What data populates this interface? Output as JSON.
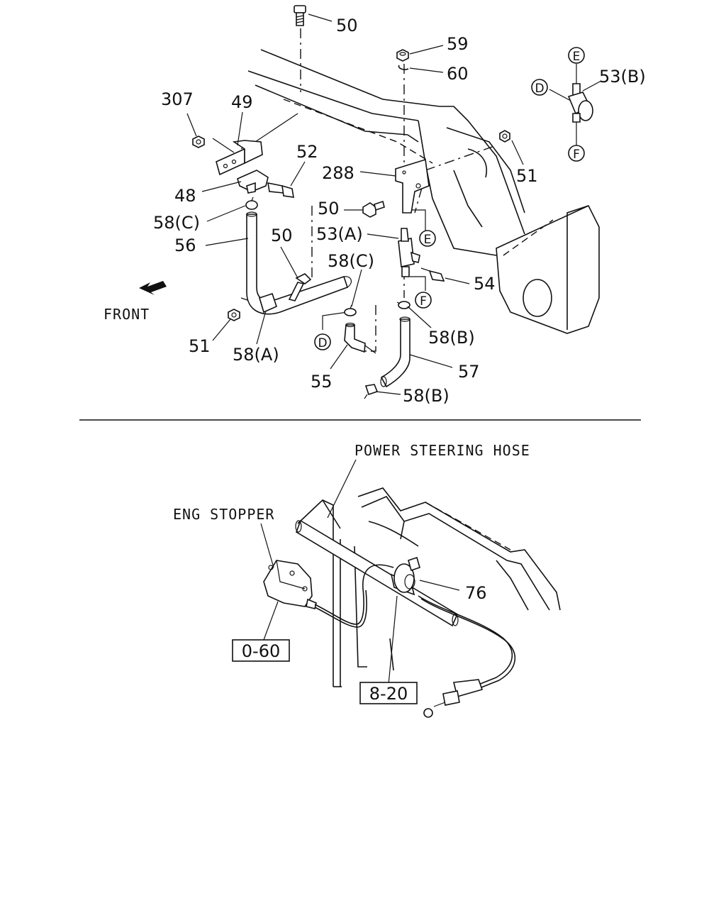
{
  "callouts": {
    "c50a": "50",
    "c59": "59",
    "c60": "60",
    "c53b": "53(B)",
    "c307": "307",
    "c49": "49",
    "c52": "52",
    "c288": "288",
    "c51a": "51",
    "c48": "48",
    "c50b": "50",
    "c58c1": "58(C)",
    "c53a": "53(A)",
    "c50c": "50",
    "c56": "56",
    "c58c2": "58(C)",
    "c54": "54",
    "c58b1": "58(B)",
    "c51b": "51",
    "c58a": "58(A)",
    "c57": "57",
    "c55": "55",
    "c58b2": "58(B)",
    "c76": "76"
  },
  "markers": {
    "E": "E",
    "D": "D",
    "F": "F"
  },
  "labels": {
    "front": "FRONT",
    "power_steering_hose": "POWER STEERING HOSE",
    "eng_stopper": "ENG STOPPER"
  },
  "refs": {
    "r060": "0-60",
    "r820": "8-20"
  }
}
